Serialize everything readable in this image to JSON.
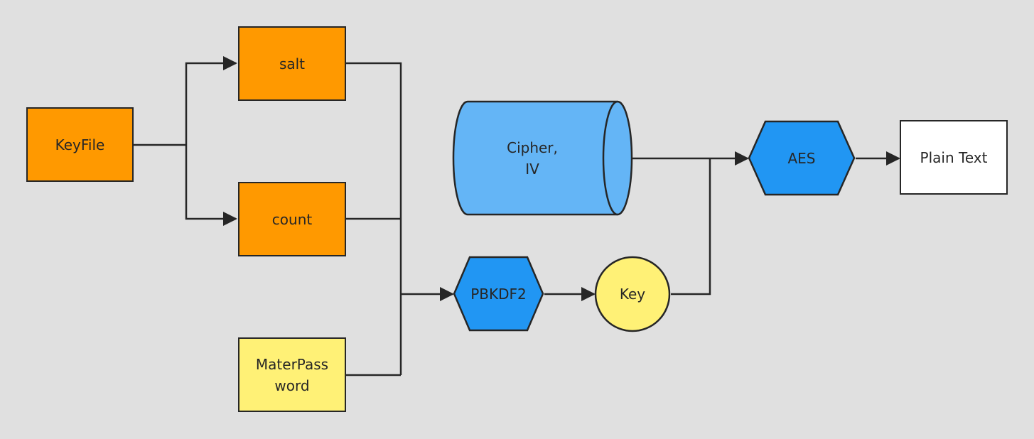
{
  "nodes": {
    "keyfile": "KeyFile",
    "salt": "salt",
    "count": "count",
    "masterpassword": "MaterPass\nword",
    "cipher": "Cipher,\nIV",
    "pbkdf2": "PBKDF2",
    "key": "Key",
    "aes": "AES",
    "plaintext": "Plain Text"
  },
  "colors": {
    "background": "#e0e0e0",
    "orange": "#ff9900",
    "yellow": "#fff176",
    "blue_hex": "#2196f3",
    "cylinder": "#64b5f6",
    "white": "#ffffff",
    "stroke": "#262626"
  }
}
